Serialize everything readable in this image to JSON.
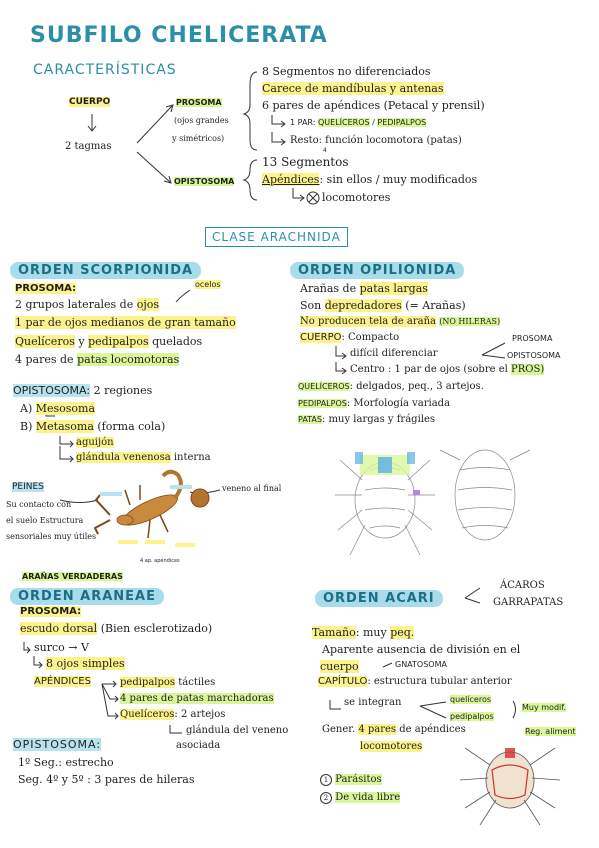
{
  "title": "SUBFILO CHELICERATA",
  "caracteristicas": {
    "heading": "CARACTERÍSTICAS",
    "cuerpo": "CUERPO",
    "tagmas": "2 tagmas",
    "prosoma": "PROSOMA",
    "prosoma_note_1": "(ojos grandes",
    "prosoma_note_2": "y simétricos)",
    "opistosoma": "OPISTOSOMA",
    "p1": "8 Segmentos no diferenciados",
    "p2": "Carece de mandíbulas y antenas",
    "p3": "6 pares de apéndices (Petacal y prensil)",
    "p4_prefix": "1 PAR:",
    "p4_a": "QUELÍCEROS",
    "p4_sep": "/",
    "p4_b": "PEDIPALPOS",
    "p5": "Resto: función locomotora (patas)",
    "p5_sub": "4",
    "o1": "13 Segmentos",
    "o2_a": "Apéndices",
    "o2_b": ": sin ellos / muy modificados",
    "o3": "locomotores"
  },
  "clase": "CLASE ARACHNIDA",
  "scorpionida": {
    "heading": "ORDEN SCORPIONIDA",
    "prosoma": "PROSOMA:",
    "ocelos": "ocelos",
    "l1_a": "2 grupos laterales de",
    "l1_b": "ojos",
    "l2": "1 par de ojos medianos de gran tamaño",
    "l3_a": "Quelíceros",
    "l3_b": "y",
    "l3_c": "pedipalpos",
    "l3_d": "quelados",
    "l4_a": "4 pares de",
    "l4_b": "patas locomotoras",
    "opist": "OPISTOSOMA:",
    "opist_b": "2 regiones",
    "a": "A)",
    "mesosoma": "Mesosoma",
    "b": "B)",
    "metasoma": "Metasoma",
    "metasoma_note": "(forma cola)",
    "aguijon": "aguijón",
    "glandula_a": "glándula venenosa",
    "glandula_b": "interna",
    "peines": "PEINES",
    "peines_1": "Su contacto con",
    "peines_2": "el suelo Estructura",
    "peines_3": "sensoriales muy útiles",
    "veneno": "veneno al final",
    "fig_caption": "4 ap. apéndices"
  },
  "opilionida": {
    "heading": "ORDEN OPILIONIDA",
    "l1_a": "Arañas de",
    "l1_b": "patas largas",
    "l2_a": "Son",
    "l2_b": "depredadores",
    "l2_c": "(= Arañas)",
    "l3_a": "No producen tela de araña",
    "l3_b": "(NO HILERAS)",
    "cuerpo": "CUERPO",
    "compacto": ": Compacto",
    "prosoma": "PROSOMA",
    "dificil": "difícil diferenciar",
    "opistosoma": "OPISTOSOMA",
    "centro_a": "Centro : 1 par de ojos (sobre el",
    "centro_b": "PROS)",
    "quel_a": "QUELÍCEROS",
    "quel_b": ": delgados, peq., 3 artejos.",
    "ped_a": "PEDIPALPOS",
    "ped_b": ": Morfología variada",
    "patas_a": "PATAS",
    "patas_b": ": muy largas y frágiles"
  },
  "araneae": {
    "tag": "ARAÑAS VERDADERAS",
    "heading": "ORDEN ARANEAE",
    "prosoma": "PROSOMA:",
    "escudo_a": "escudo dorsal",
    "escudo_b": "(Bien esclerotizado)",
    "surco": "surco → V",
    "ojos": "8 ojos simples",
    "apendices": "APÉNDICES",
    "ap1_a": "pedipalpos",
    "ap1_b": "táctiles",
    "ap2": "4 pares de patas marchadoras",
    "ap3_a": "Quelíceros",
    "ap3_b": ": 2 artejos",
    "ap4_a": "glándula del veneno",
    "ap4_b": "asociada",
    "opist": "OPISTOSOMA:",
    "seg1": "1º Seg.: estrecho",
    "seg2": "Seg. 4º y 5º : 3 pares de hileras"
  },
  "acari": {
    "heading": "ORDEN ACARI",
    "acaros": "ÁCAROS",
    "garrapatas": "GARRAPATAS",
    "l1_a": "Tamaño",
    "l1_b": ": muy",
    "l1_c": "peq.",
    "l2": "Aparente ausencia de división en el",
    "l3_a": "cuerpo",
    "l3_b": "GNATOSOMA",
    "l4_a": "CAPÍTULO",
    "l4_b": ": estructura tubular anterior",
    "l5": "se integran",
    "l5_a": "quelíceros",
    "l5_b": "pedipalpos",
    "l5_c": "Muy modif.",
    "gener_a": "Gener.",
    "gener_b": "4 pares",
    "gener_c": "de apéndices",
    "gener_d": "locomotores",
    "reg": "Reg. aliment",
    "i1_n": "1",
    "i1": "Parásitos",
    "i2_n": "2",
    "i2": "De vida libre"
  },
  "colors": {
    "teal": "#2b8fa7",
    "green_highlight": "#d9f79a",
    "yellow_highlight": "#fdf38c",
    "blue_banner": "#a8dcea"
  }
}
